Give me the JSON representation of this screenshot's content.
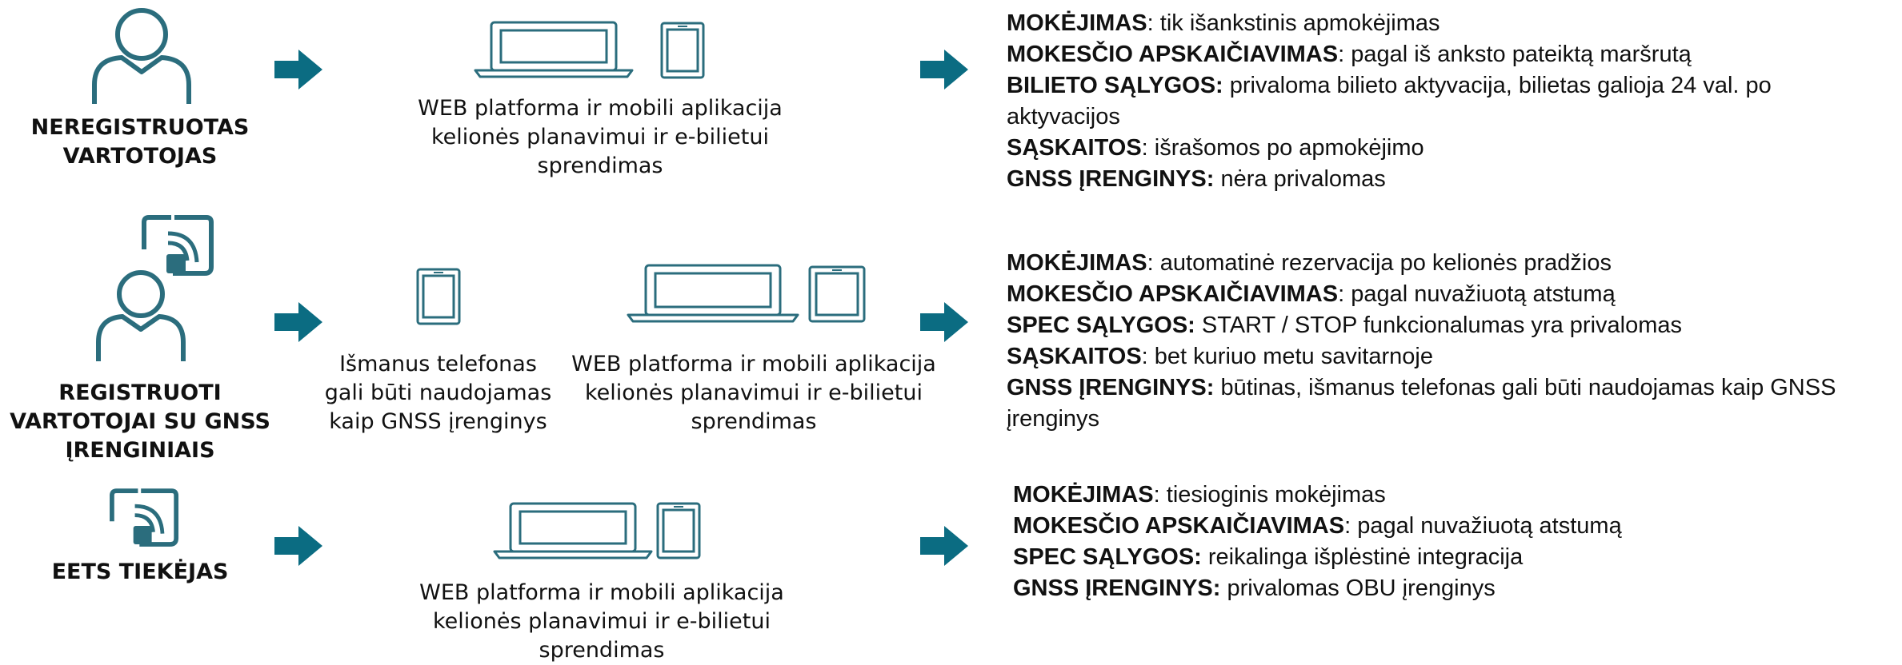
{
  "colors": {
    "accent": "#0b6c82",
    "icon_stroke": "#2b6d7d",
    "text": "#111111"
  },
  "rows": [
    {
      "role": {
        "line1": "NEREGISTRUOTAS",
        "line2": "VARTOTOJAS",
        "icons": [
          "person-icon"
        ]
      },
      "platform": {
        "line1": "WEB platforma ir mobili aplikacija",
        "line2": "kelionės planavimui ir e-bilietui",
        "line3": "sprendimas",
        "icons": [
          "laptop-icon",
          "tablet-icon"
        ]
      },
      "details": [
        {
          "key": "MOKĖJIMAS",
          "sep": ":",
          "value": " tik išankstinis apmokėjimas"
        },
        {
          "key": "MOKESČIO APSKAIČIAVIMAS",
          "sep": ":",
          "value": " pagal iš anksto pateiktą maršrutą"
        },
        {
          "key": "BILIETO SĄLYGOS:",
          "sep": "",
          "value": " privaloma bilieto aktyvacija, bilietas galioja 24 val. po",
          "cont": "aktyvacijos"
        },
        {
          "key": "SĄSKAITOS",
          "sep": ":",
          "value": " išrašomos po apmokėjimo"
        },
        {
          "key": "GNSS ĮRENGINYS:",
          "sep": "",
          "value": " nėra privalomas"
        }
      ]
    },
    {
      "role": {
        "line1": "REGISTRUOTI",
        "line2": "VARTOTOJAI SU GNSS",
        "line3": "ĮRENGINIAIS",
        "icons": [
          "gnss-device-icon",
          "person-icon"
        ]
      },
      "phone": {
        "line1": "Išmanus telefonas",
        "line2": "gali būti naudojamas",
        "line3": "kaip GNSS įrenginys",
        "icons": [
          "smartphone-icon"
        ]
      },
      "platform": {
        "line1": "WEB platforma ir mobili aplikacija",
        "line2": "kelionės planavimui ir e-bilietui",
        "line3": "sprendimas",
        "icons": [
          "laptop-icon",
          "tablet-icon"
        ]
      },
      "details": [
        {
          "key": "MOKĖJIMAS",
          "sep": ":",
          "value": " automatinė rezervacija po kelionės pradžios"
        },
        {
          "key": "MOKESČIO APSKAIČIAVIMAS",
          "sep": ":",
          "value": " pagal nuvažiuotą atstumą"
        },
        {
          "key": "SPEC SĄLYGOS:",
          "sep": "",
          "value": " START / STOP funkcionalumas yra privalomas"
        },
        {
          "key": "SĄSKAITOS",
          "sep": ":",
          "value": " bet kuriuo metu savitarnoje"
        },
        {
          "key": "GNSS ĮRENGINYS:",
          "sep": "",
          "value": " būtinas, išmanus telefonas gali būti naudojamas kaip GNSS",
          "cont": "įrenginys"
        }
      ]
    },
    {
      "role": {
        "line1": "EETS TIEKĖJAS",
        "icons": [
          "gnss-device-icon"
        ]
      },
      "platform": {
        "line1": "WEB platforma ir mobili aplikacija",
        "line2": "kelionės planavimui ir e-bilietui",
        "line3": "sprendimas",
        "icons": [
          "laptop-icon",
          "tablet-icon"
        ]
      },
      "details": [
        {
          "key": "MOKĖJIMAS",
          "sep": ":",
          "value": " tiesioginis mokėjimas"
        },
        {
          "key": "MOKESČIO APSKAIČIAVIMAS",
          "sep": ":",
          "value": " pagal nuvažiuotą atstumą"
        },
        {
          "key": "SPEC SĄLYGOS:",
          "sep": "",
          "value": " reikalinga išplėstinė integracija"
        },
        {
          "key": "GNSS ĮRENGINYS:",
          "sep": "",
          "value": " privalomas OBU įrenginys"
        }
      ]
    }
  ]
}
